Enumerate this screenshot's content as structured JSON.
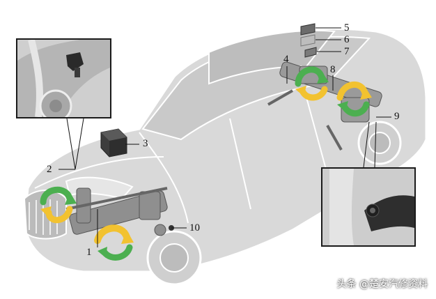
{
  "labels": {
    "l1": "1",
    "l2": "2",
    "l3": "3",
    "l4": "4",
    "l5": "5",
    "l6": "6",
    "l7": "7",
    "l8": "8",
    "l9": "9",
    "l10": "10"
  },
  "watermark": "头条 @楚安汽修资料",
  "colors": {
    "car_body": "#dcdcdc",
    "car_outline": "#ffffff",
    "arrow_green": "#4caf50",
    "arrow_yellow": "#f2c230",
    "inset_bg": "#c8c8c8",
    "frame": "#1a1a1a"
  },
  "icons": [
    "car-illustration",
    "battery-icon",
    "sensor-icon",
    "rotation-arrow-icon"
  ]
}
